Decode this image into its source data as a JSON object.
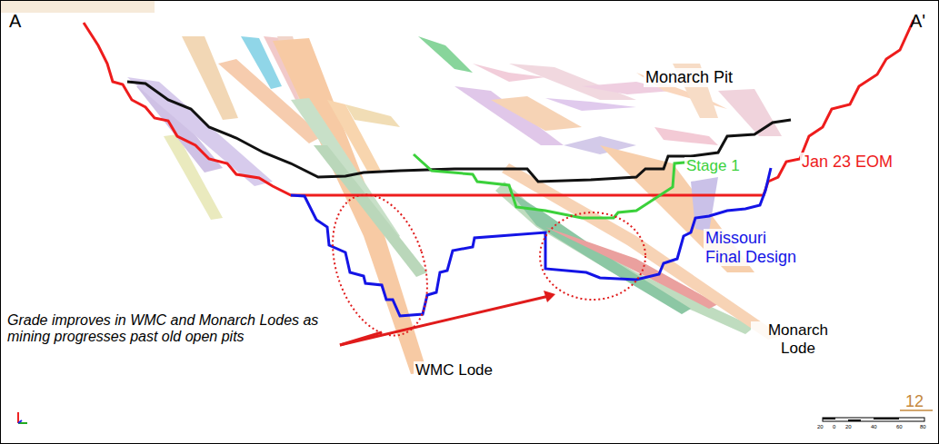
{
  "diagram": {
    "labels": [
      "A",
      "A'",
      "Monarch Pit",
      "Stage 1",
      "Jan 23 EOM",
      "Missouri Final Design",
      "Grade improves in WMC and Monarch Lodes as mining progresses past old open pits",
      "WMC Lode",
      "Monarch Lode",
      "12",
      "20",
      "0",
      "20",
      "40",
      "60",
      "80"
    ]
  }
}
